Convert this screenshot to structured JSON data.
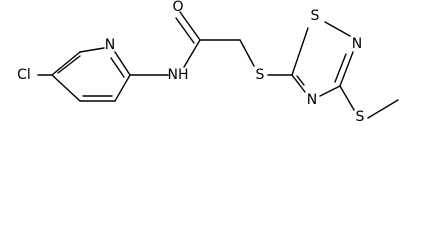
{
  "molecule": {
    "atoms": {
      "cl": "Cl",
      "n_pyridine": "N",
      "nh": "NH",
      "o": "O",
      "s_thioether": "S",
      "s_ring": "S",
      "n_ring_right": "N",
      "n_ring_bottom": "N",
      "s_methylthio": "S"
    }
  },
  "colors": {
    "bond": "#000000",
    "label": "#000000",
    "background": "#ffffff"
  }
}
